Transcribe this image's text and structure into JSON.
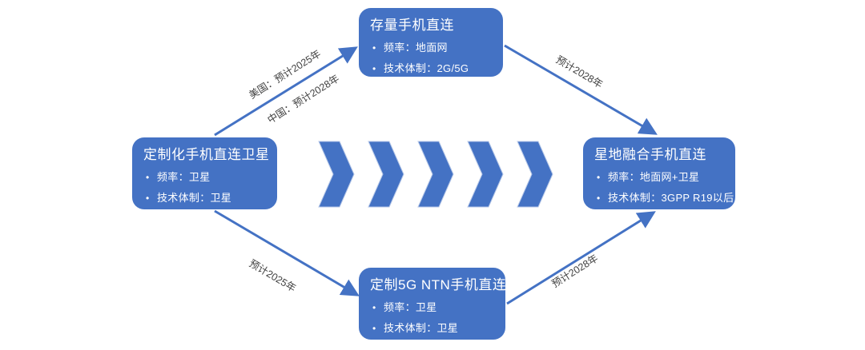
{
  "diagram": {
    "colors": {
      "accent": "#4472C4",
      "chevron_outline": "#B4C6E7",
      "edge_label_text": "#404040",
      "node_text": "#FFFFFF",
      "background": "#FFFFFF"
    },
    "nodes": {
      "left": {
        "title": "定制化手机直连卫星",
        "bullets": [
          "频率：卫星",
          "技术体制：卫星"
        ]
      },
      "top": {
        "title": "存量手机直连",
        "bullets": [
          "频率：地面网",
          "技术体制：2G/5G"
        ]
      },
      "right": {
        "title": "星地融合手机直连",
        "bullets": [
          "频率：地面网+卫星",
          "技术体制：3GPP R19以后"
        ]
      },
      "bottom": {
        "title": "定制5G NTN手机直连",
        "bullets": [
          "频率：卫星",
          "技术体制：卫星"
        ]
      }
    },
    "edges": {
      "left_to_top": {
        "labels": [
          "美国：预计2025年",
          "中国：预计2028年"
        ]
      },
      "top_to_right": {
        "labels": [
          "预计2028年"
        ]
      },
      "left_to_bottom": {
        "labels": [
          "预计2025年"
        ]
      },
      "bottom_to_right": {
        "labels": [
          "预计2028年"
        ]
      }
    },
    "chevrons": {
      "count": 5
    }
  }
}
